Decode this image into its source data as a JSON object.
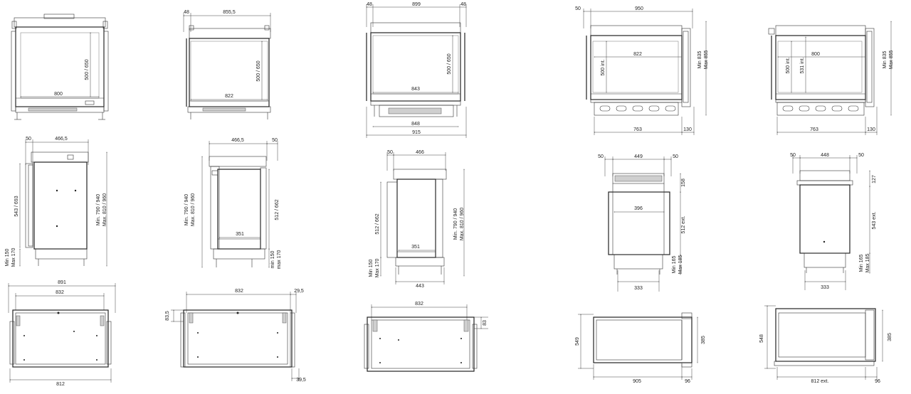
{
  "diagram": {
    "row1": {
      "v1": {
        "w": "800",
        "h": "500 / 650"
      },
      "v2": {
        "a": "48",
        "b": "855,5",
        "w": "822",
        "h": "500 / 650"
      },
      "v3": {
        "a": "48",
        "b": "899",
        "c": "48",
        "w": "843",
        "h": "500 / 650",
        "x1": "848",
        "x2": "915"
      },
      "v4": {
        "a": "50",
        "b": "950",
        "w": "822",
        "h": "500 int.",
        "h2": "Min 835",
        "h3": "Max 855",
        "x1": "763",
        "x2": "130"
      },
      "v5": {
        "w": "800",
        "h1": "500 int.",
        "h2": "531 int.",
        "h3": "Min 835",
        "h4": "Max 855",
        "x1": "763",
        "x2": "130"
      }
    },
    "row2": {
      "v1": {
        "a": "50",
        "b": "466,5",
        "h": "543 / 693",
        "h2": "Min. 790 / 940",
        "h3": "Max. 810 / 960",
        "m1": "Min 150",
        "m2": "Max 170"
      },
      "v2": {
        "a": "466,5",
        "b": "50",
        "h1": "Min. 790 / 940",
        "h2": "Max. 810 / 960",
        "w": "351",
        "h": "512 / 662",
        "m1": "min 150",
        "m2": "max 170"
      },
      "v3": {
        "a": "50",
        "b": "466",
        "h": "512 / 662",
        "h2": "Min. 790 / 940",
        "h3": "Max. 810 / 960",
        "w": "351",
        "m1": "Min 150",
        "m2": "Max 170",
        "x": "443"
      },
      "v4": {
        "a": "50",
        "b": "449",
        "c": "50",
        "t": "158",
        "w": "396",
        "h": "512 ext.",
        "m1": "Min 165",
        "m2": "Max 185",
        "x": "333"
      },
      "v5": {
        "a": "50",
        "b": "448",
        "c": "50",
        "t": "127",
        "h": "543 ext.",
        "m1": "Min 165",
        "m2": "Max 185",
        "x": "333"
      }
    },
    "row3": {
      "v1": {
        "a": "891",
        "b": "832",
        "c": "812"
      },
      "v2": {
        "a": "832",
        "b": "29,5",
        "c": "83,5",
        "d": "39,5"
      },
      "v3": {
        "a": "832",
        "b": "83"
      },
      "v4": {
        "h": "549",
        "d": "385",
        "w": "905",
        "s": "96"
      },
      "v5": {
        "h": "548",
        "d": "385",
        "w": "812 ext.",
        "s": "96"
      }
    }
  }
}
